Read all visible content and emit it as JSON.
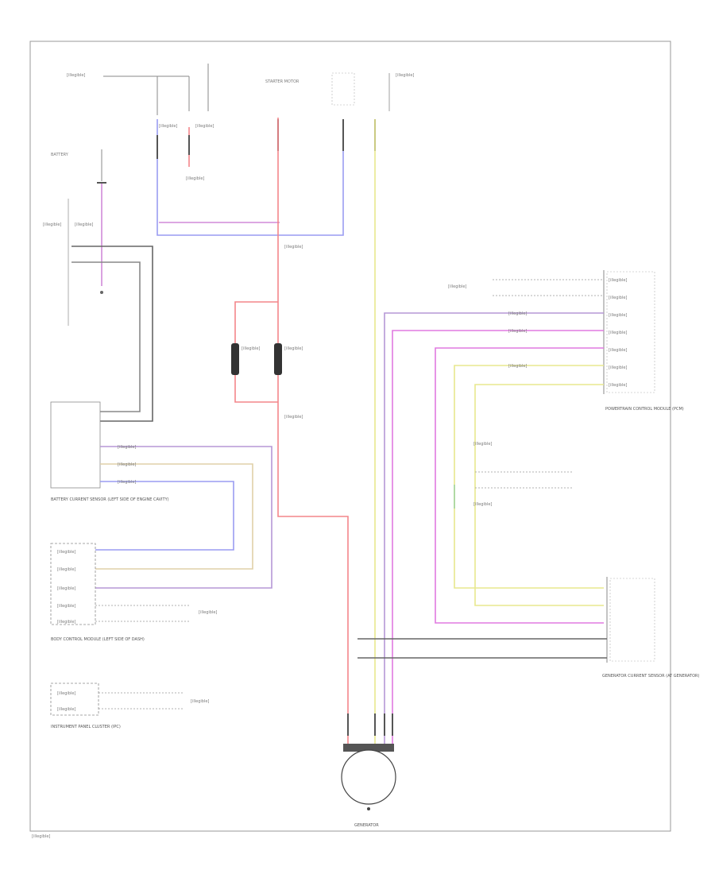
{
  "diagram": {
    "title": "",
    "page_id": "[illegible]",
    "colors": {
      "red": "#f4868a",
      "violet": "#c59ad8",
      "blue": "#9a9cf2",
      "yellow": "#e8e88e",
      "magenta": "#e07ae0",
      "green": "#9fd49f",
      "gray": "#7a7a7a",
      "black": "#444444"
    },
    "components": {
      "battery": "BATTERY",
      "battery_junction_box": "[illegible]",
      "battery_current_sensor": "BATTERY CURRENT SENSOR (LEFT SIDE OF ENGINE CAVITY)",
      "body_control_module": "BODY CONTROL MODULE (LEFT SIDE OF DASH)",
      "instrument_panel_cluster": "INSTRUMENT PANEL CLUSTER (IPC)",
      "powertrain_control_module": "POWERTRAIN CONTROL MODULE (PCM)",
      "generator_current_sensor": "GENERATOR CURRENT SENSOR (AT GENERATOR)",
      "generator": "GENERATOR",
      "starter_motor": "STARTER MOTOR",
      "fuse_block": "[illegible]"
    },
    "notes": {
      "note_top": "[illegible]",
      "note_mid": "[illegible]",
      "note_lower": "[illegible]",
      "note_pcm_1": "[illegible]",
      "note_pcm_2": "[illegible]"
    },
    "fusible_links": [
      "[illegible]",
      "[illegible]"
    ],
    "wire_labels": {
      "bcm_1": "[illegible]",
      "bcm_2": "[illegible]",
      "bcm_3": "[illegible]",
      "pcm_1": "[illegible]",
      "pcm_2": "[illegible]",
      "pcm_3": "[illegible]"
    },
    "bcm_pins": [
      "[illegible]",
      "[illegible]",
      "[illegible]",
      "[illegible]",
      "[illegible]"
    ],
    "pcm_pins": [
      "[illegible]",
      "[illegible]",
      "[illegible]",
      "[illegible]",
      "[illegible]",
      "[illegible]",
      "[illegible]"
    ],
    "ipc_pins": [
      "[illegible]",
      "[illegible]"
    ],
    "splice_labels": [
      "[illegible]",
      "[illegible]"
    ],
    "comm_network": "[illegible]"
  }
}
